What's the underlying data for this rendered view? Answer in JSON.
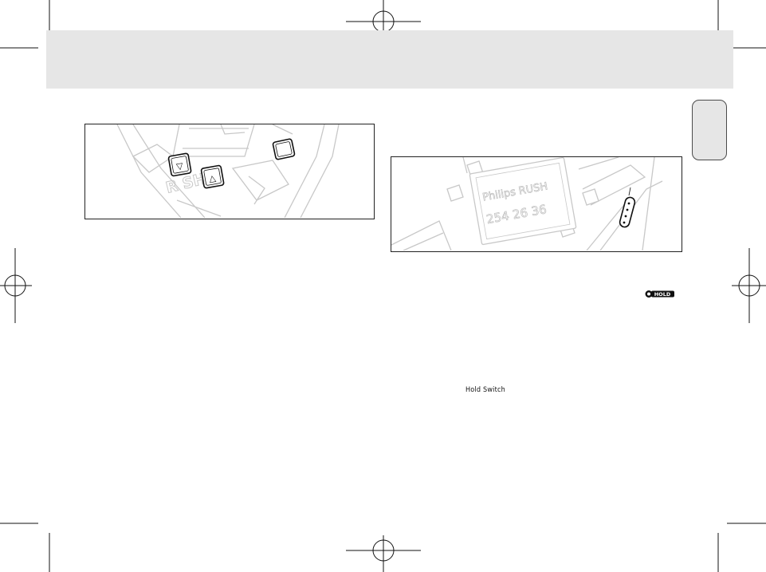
{
  "figure_left": {
    "brand_text": "R SH",
    "down_symbol": "▽",
    "up_symbol": "△"
  },
  "figure_right": {
    "display_line1": "Philips RUSH",
    "display_line2": "254 26 36",
    "label_hold_switch": "Hold Switch"
  },
  "hold_badge": {
    "text": "HOLD"
  }
}
